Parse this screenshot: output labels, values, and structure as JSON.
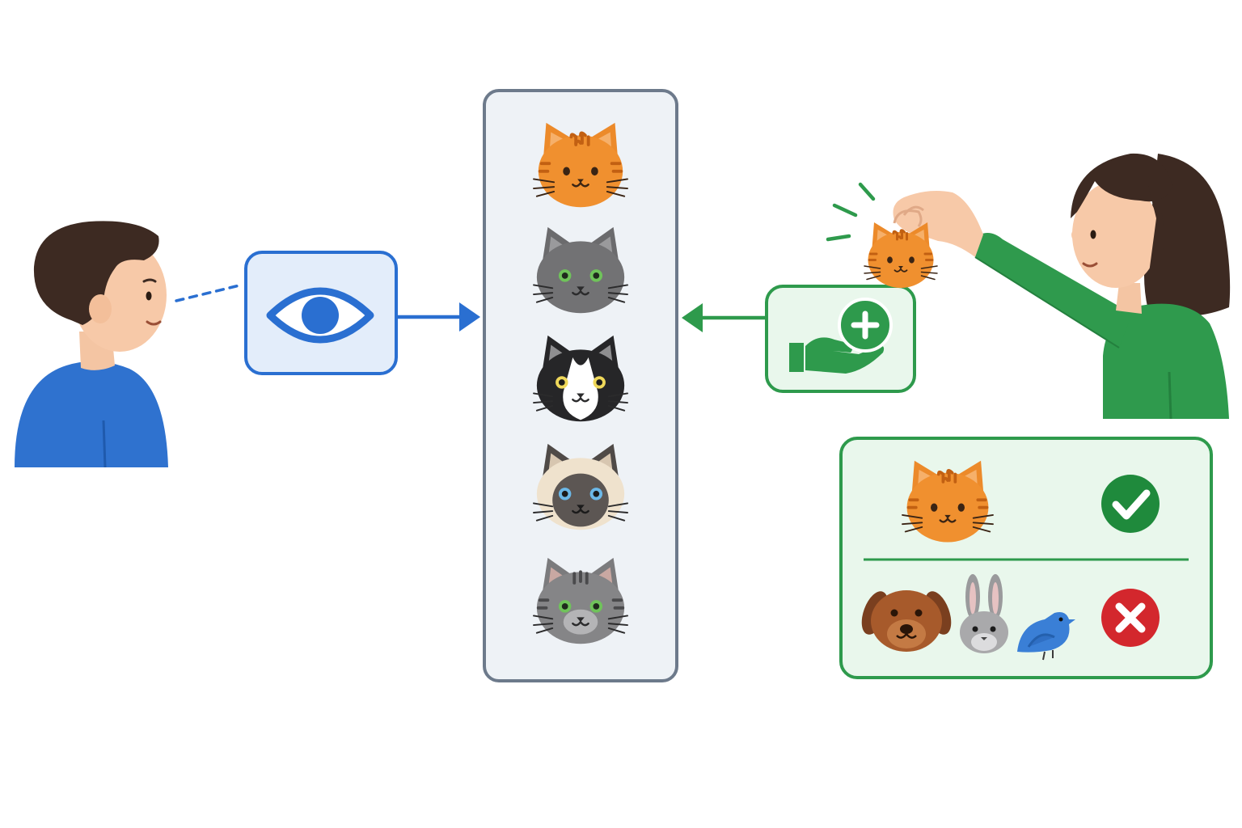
{
  "colors": {
    "background": "#ffffff",
    "observe_blue": "#2a6fd1",
    "observe_blue_light": "#e3edfa",
    "add_green": "#2e9a4c",
    "add_green_light": "#e9f7ec",
    "collection_border": "#6d7a8b",
    "collection_fill": "#eef2f6",
    "check_green": "#1f8a3c",
    "cross_red": "#d3272d"
  },
  "observer": {
    "icon": "person-looking-icon",
    "gaze_icon": "eye-icon"
  },
  "collection": {
    "items": [
      {
        "kind": "orange-tabby-cat",
        "icon": "orange-tabby-cat-icon"
      },
      {
        "kind": "gray-cat",
        "icon": "gray-cat-icon"
      },
      {
        "kind": "tuxedo-cat",
        "icon": "tuxedo-cat-icon"
      },
      {
        "kind": "siamese-cat",
        "icon": "siamese-cat-icon"
      },
      {
        "kind": "gray-tabby-cat",
        "icon": "gray-tabby-cat-icon"
      }
    ]
  },
  "adder": {
    "icon": "person-adding-icon",
    "action_icon": "hand-add-icon",
    "held_item": "orange-tabby-cat-icon"
  },
  "rule_panel": {
    "accepted": {
      "items": [
        "orange-tabby-cat-icon"
      ],
      "status_icon": "check-icon"
    },
    "rejected": {
      "items": [
        "dog-icon",
        "rabbit-icon",
        "bird-icon"
      ],
      "status_icon": "cross-icon"
    }
  }
}
